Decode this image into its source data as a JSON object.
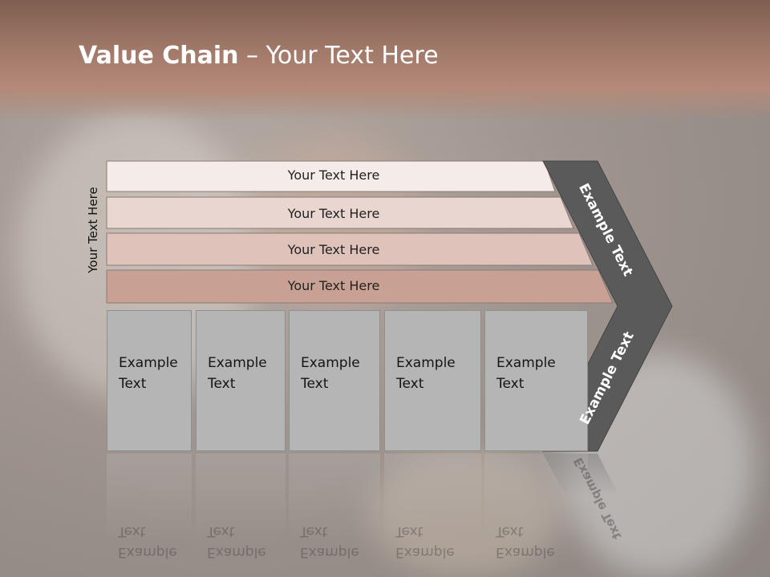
{
  "slide": {
    "title_bold": "Value Chain",
    "title_rest": " – Your Text Here",
    "side_label": "Your Text Here"
  },
  "bars": [
    {
      "label": "Your Text Here",
      "color": "#f5ecea"
    },
    {
      "label": "Your Text Here",
      "color": "#ead6d0"
    },
    {
      "label": "Your Text Here",
      "color": "#dfc3bb"
    },
    {
      "label": "Your Text Here",
      "color": "#c9a194"
    }
  ],
  "boxes": [
    {
      "line1": "Example",
      "line2": "Text"
    },
    {
      "line1": "Example",
      "line2": "Text"
    },
    {
      "line1": "Example",
      "line2": "Text"
    },
    {
      "line1": "Example",
      "line2": "Text"
    },
    {
      "line1": "Example",
      "line2": "Text"
    }
  ],
  "chevron": {
    "upper_text": "Example Text",
    "lower_text": "Example Text",
    "color": "#5a5a5a"
  }
}
